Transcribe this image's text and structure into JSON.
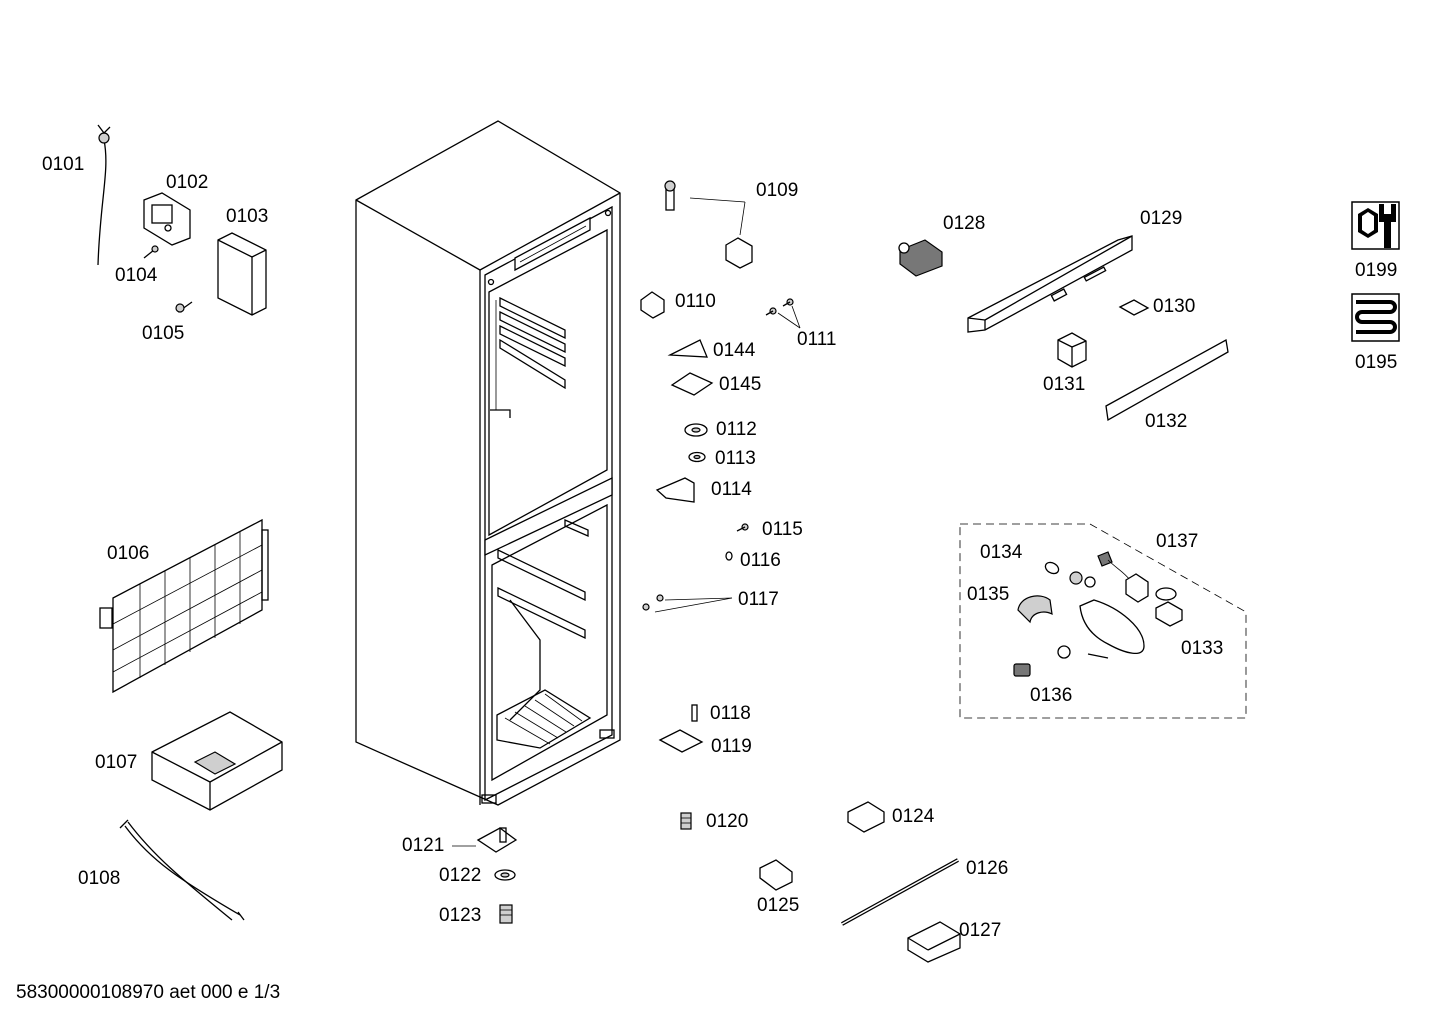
{
  "labels": {
    "p0101": "0101",
    "p0102": "0102",
    "p0103": "0103",
    "p0104": "0104",
    "p0105": "0105",
    "p0106": "0106",
    "p0107": "0107",
    "p0108": "0108",
    "p0109": "0109",
    "p0110": "0110",
    "p0111": "0111",
    "p0112": "0112",
    "p0113": "0113",
    "p0114": "0114",
    "p0115": "0115",
    "p0116": "0116",
    "p0117": "0117",
    "p0118": "0118",
    "p0119": "0119",
    "p0120": "0120",
    "p0121": "0121",
    "p0122": "0122",
    "p0123": "0123",
    "p0124": "0124",
    "p0125": "0125",
    "p0126": "0126",
    "p0127": "0127",
    "p0128": "0128",
    "p0129": "0129",
    "p0130": "0130",
    "p0131": "0131",
    "p0132": "0132",
    "p0133": "0133",
    "p0134": "0134",
    "p0135": "0135",
    "p0136": "0136",
    "p0137": "0137",
    "p0144": "0144",
    "p0145": "0145",
    "p0195": "0195",
    "p0199": "0199"
  },
  "icons": {
    "p0199": "wrench-nut-icon",
    "p0195": "heating-coil-icon"
  },
  "footer": "58300000108970 aet 000 e 1/3"
}
